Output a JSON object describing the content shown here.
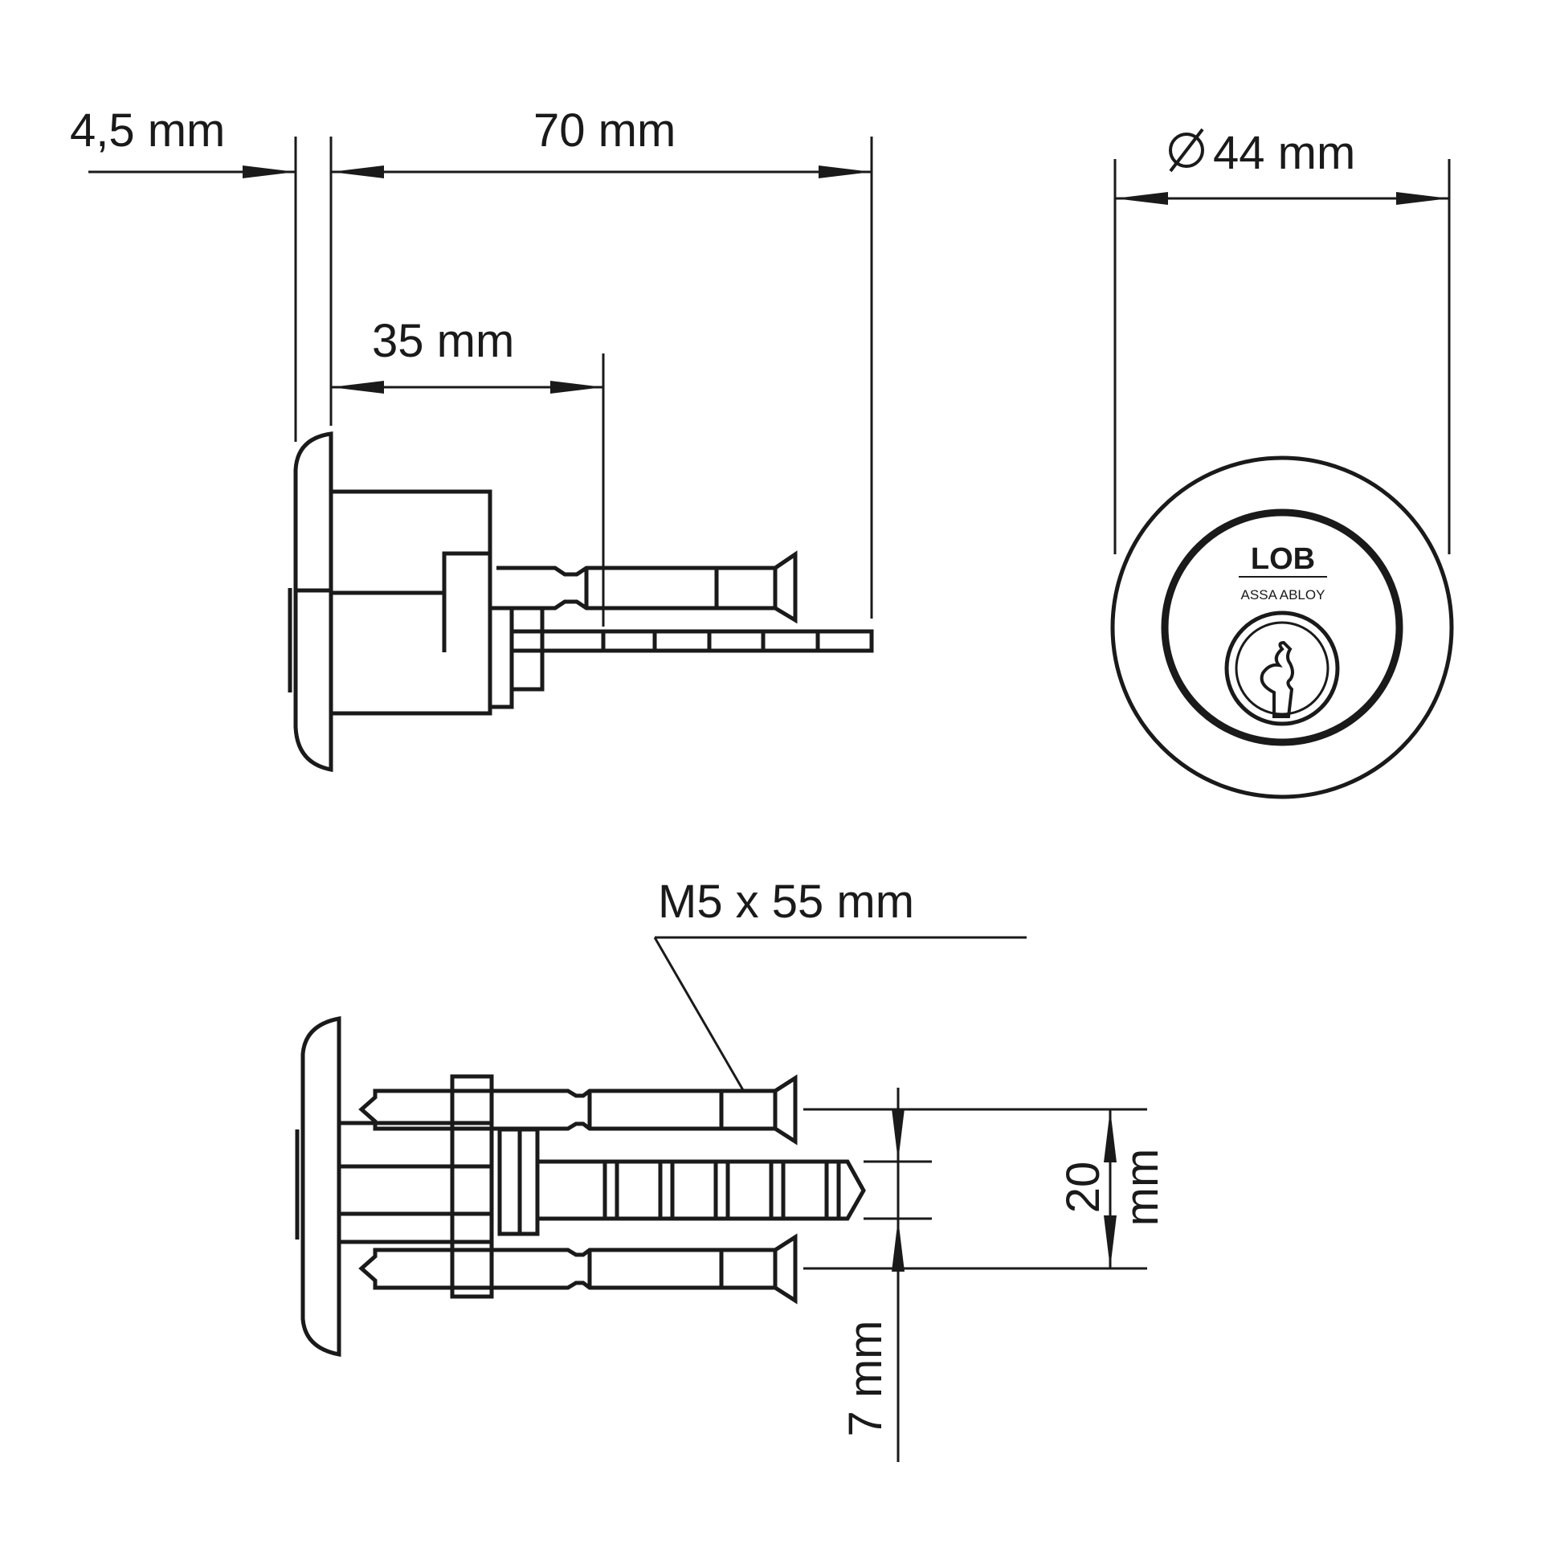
{
  "dimensions": {
    "flange_thickness": "4,5 mm",
    "overall_length": "70 mm",
    "cylinder_length": "35 mm",
    "diameter": "44 mm",
    "screw_spec": "M5 x 55 mm",
    "screw_spacing_value": "20",
    "screw_spacing_unit": "mm",
    "bar_width": "7 mm"
  },
  "logo": {
    "brand": "LOB",
    "parent": "ASSA ABLOY"
  },
  "icons": {
    "diameter_symbol": "diameter-icon",
    "keyhole": "keyhole-icon"
  },
  "colors": {
    "line": "#1a1a1a",
    "background": "#ffffff"
  }
}
